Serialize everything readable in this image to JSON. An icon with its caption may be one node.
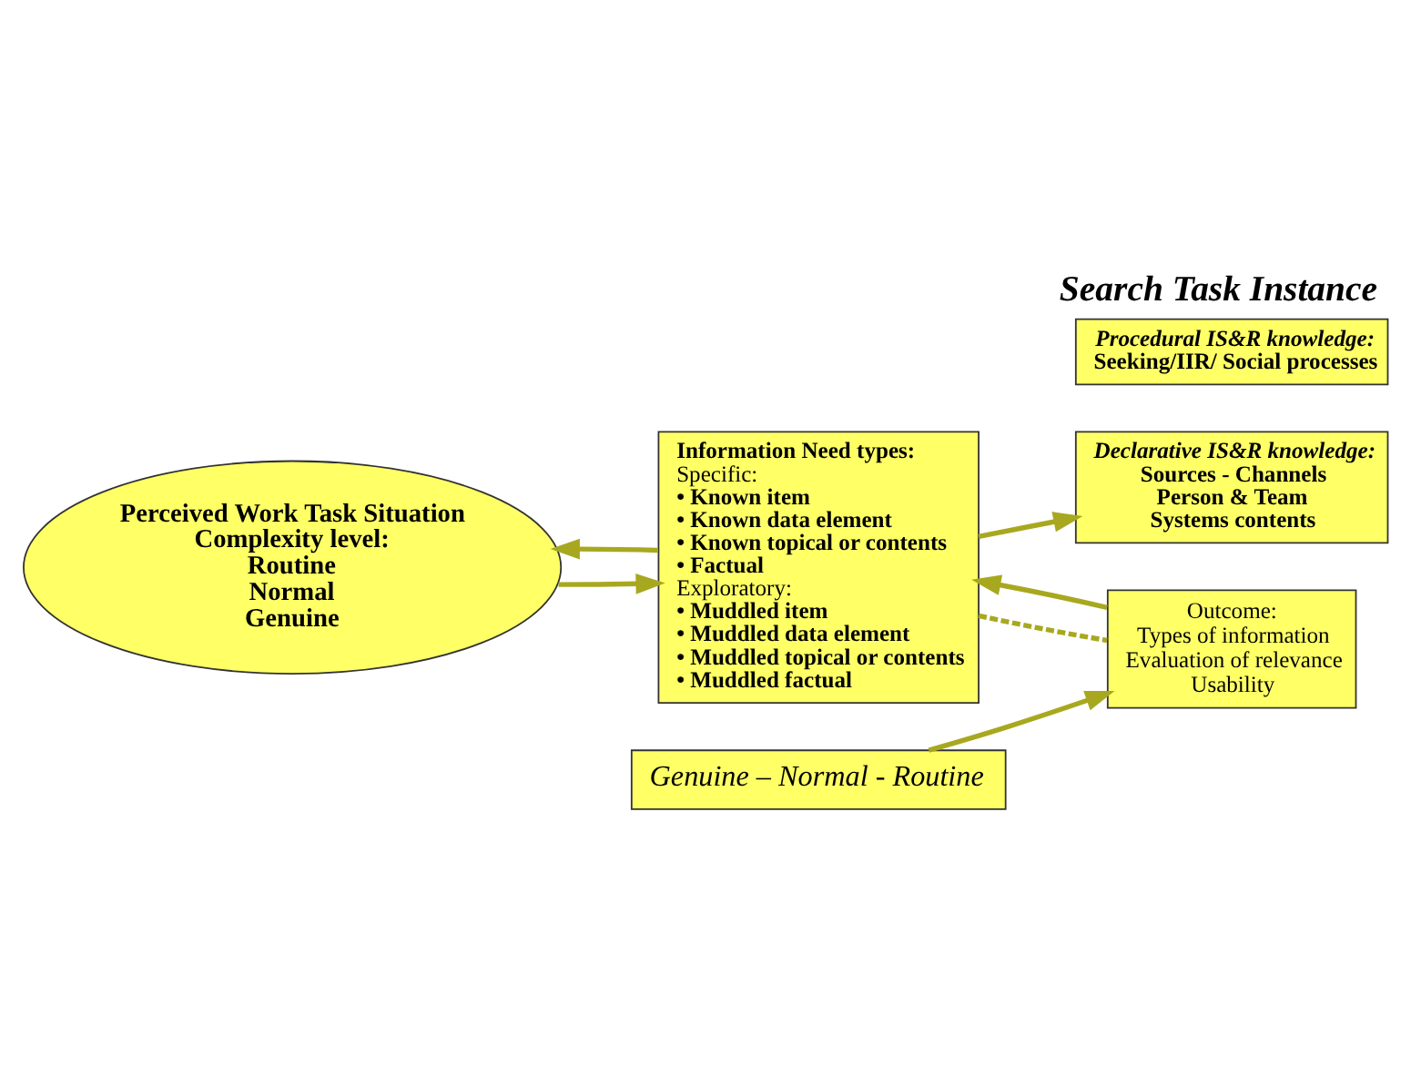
{
  "diagram": {
    "title": "Search Task Instance",
    "nodes": [
      {
        "text": [
          "Perceived Work Task Situation",
          "Complexity level:",
          "Routine",
          "Normal",
          "Genuine"
        ]
      },
      {
        "text": [
          "Information Need types:",
          "Specific:",
          "• Known item",
          "• Known data element",
          "• Known topical or contents",
          "• Factual",
          "Exploratory:",
          "• Muddled item",
          "• Muddled data element",
          "• Muddled topical or contents",
          "• Muddled factual"
        ]
      },
      {
        "text": [
          "Declarative IS&R knowledge:",
          "Sources - Channels",
          "Person & Team",
          "Systems contents"
        ]
      },
      {
        "text": [
          "Procedural IS&R knowledge:",
          "Seeking/IIR/ Social processes"
        ]
      },
      {
        "text": [
          "Genuine – Normal - Routine"
        ]
      },
      {
        "text": [
          "Outcome:",
          "Types of information",
          "Evaluation of relevance",
          "Usability"
        ]
      }
    ],
    "edges": [
      {
        "from": 0,
        "to": 1,
        "arrow": "to"
      },
      {
        "from": 1,
        "to": 0,
        "arrow": "to"
      },
      {
        "from": 1,
        "to": 2,
        "arrow": "to"
      },
      {
        "from": 4,
        "to": 5,
        "arrow": "to"
      },
      {
        "from": 5,
        "to": 1,
        "arrow": "to"
      },
      {
        "from": 1,
        "to": 5,
        "arrow": "none",
        "style": "dashed"
      }
    ]
  }
}
